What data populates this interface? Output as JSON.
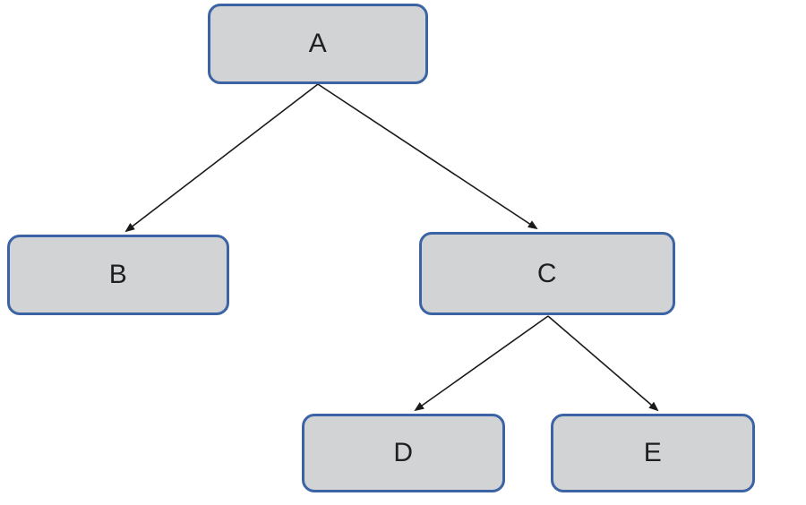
{
  "diagram": {
    "type": "tree",
    "description": "Binary tree diagram with root A; A points to B and C; C points to D and E",
    "nodes": [
      {
        "id": "A",
        "label": "A",
        "role": "root"
      },
      {
        "id": "B",
        "label": "B",
        "role": "leaf-child-of-A"
      },
      {
        "id": "C",
        "label": "C",
        "role": "internal-child-of-A"
      },
      {
        "id": "D",
        "label": "D",
        "role": "leaf-child-of-C"
      },
      {
        "id": "E",
        "label": "E",
        "role": "leaf-child-of-C"
      }
    ],
    "edges": [
      {
        "from": "A",
        "to": "B"
      },
      {
        "from": "A",
        "to": "C"
      },
      {
        "from": "C",
        "to": "D"
      },
      {
        "from": "C",
        "to": "E"
      }
    ],
    "colors": {
      "background": "#ffffff",
      "node_fill": "#d2d3d4",
      "node_border": "#3c64a4",
      "arrow": "#1a1a1a",
      "label_text": "#1f1f1f"
    }
  }
}
